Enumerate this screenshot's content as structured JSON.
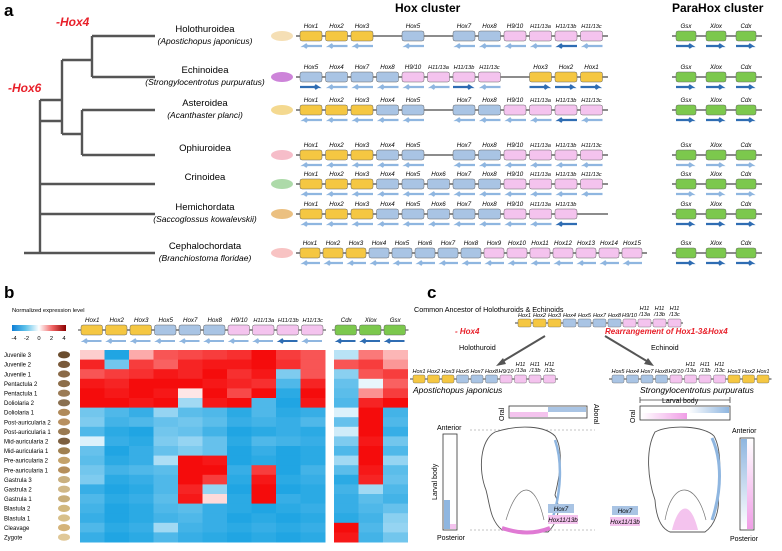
{
  "panel_a": {
    "letter": "a",
    "hox_title": "Hox cluster",
    "parahox_title": "ParaHox cluster",
    "loss_hox4": "-Hox4",
    "loss_hox6": "-Hox6",
    "taxa": [
      {
        "name": "Holothuroidea",
        "species": "(Apostichopus japonicus)",
        "genes": [
          "Hox1",
          "Hox2",
          "Hox3",
          "",
          "Hox5",
          "",
          "Hox7",
          "Hox8",
          "H9/10",
          "H11/13a",
          "H11/13b",
          "H11/13c"
        ],
        "parahox": [
          "Gsx",
          "Xlox",
          "Cdx"
        ]
      },
      {
        "name": "Echinoidea",
        "species": "(Strongylocentrotus purpuratus)",
        "genes": [
          "Hox5",
          "Hox4",
          "Hox7",
          "Hox8",
          "H9/10",
          "H11/13a",
          "H11/13b",
          "H11/13c",
          "",
          "Hox3",
          "Hox2",
          "Hox1"
        ],
        "parahox": [
          "Gsx",
          "Xlox",
          "Cdx"
        ]
      },
      {
        "name": "Asteroidea",
        "species": "(Acanthaster planci)",
        "genes": [
          "Hox1",
          "Hox2",
          "Hox3",
          "Hox4",
          "Hox5",
          "",
          "Hox7",
          "Hox8",
          "H9/10",
          "H11/13a",
          "H11/13b",
          "H11/13c"
        ],
        "parahox": [
          "Gsx",
          "Xlox",
          "Cdx"
        ]
      },
      {
        "name": "Ophiuroidea",
        "species": "",
        "genes": [
          "Hox1",
          "Hox2",
          "Hox3",
          "Hox4",
          "Hox5",
          "",
          "Hox7",
          "Hox8",
          "H9/10",
          "H11/13a",
          "H11/13b",
          "H11/13c"
        ],
        "parahox": [
          "Gsx",
          "Xlox",
          "Cdx"
        ]
      },
      {
        "name": "Crinoidea",
        "species": "",
        "genes": [
          "Hox1",
          "Hox2",
          "Hox3",
          "Hox4",
          "Hox5",
          "Hox6",
          "Hox7",
          "Hox8",
          "H9/10",
          "H11/13a",
          "H11/13b",
          "H11/13c"
        ],
        "parahox": [
          "Gsx",
          "Xlox",
          "Cdx"
        ]
      },
      {
        "name": "Hemichordata",
        "species": "(Saccoglossus kowalevskii)",
        "genes": [
          "Hox1",
          "Hox2",
          "Hox3",
          "Hox4",
          "Hox5",
          "Hox6",
          "Hox7",
          "Hox8",
          "H9/10",
          "H11/13a",
          "H11/13b",
          ""
        ],
        "parahox": [
          "Gsx",
          "Xlox",
          "Cdx"
        ]
      },
      {
        "name": "Cephalochordata",
        "species": "(Branchiostoma floridae)",
        "genes": [
          "Hox1",
          "Hox2",
          "Hox3",
          "Hox4",
          "Hox5",
          "Hox6",
          "Hox7",
          "Hox8",
          "Hox9",
          "Hox10",
          "Hox11",
          "Hox12",
          "Hox13",
          "Hox14",
          "Hox15"
        ],
        "parahox": [
          "Gsx",
          "Xlox",
          "Cdx"
        ]
      }
    ]
  },
  "panel_b": {
    "letter": "b",
    "legend_title": "Normalized expression level",
    "legend_ticks": [
      "-4",
      "-2",
      "0",
      "2",
      "4"
    ],
    "columns": [
      "Hox1",
      "Hox2",
      "Hox3",
      "Hox5",
      "Hox7",
      "Hox8",
      "H9/10",
      "H11/13a",
      "H11/13b",
      "H11/13c",
      "Cdx",
      "Xlox",
      "Gsx"
    ],
    "stages": [
      "Juvenile 3",
      "Juvenile 2",
      "Juvenile 1",
      "Pentactula 2",
      "Pentactula 1",
      "Doliolaria 2",
      "Doliolaria 1",
      "Post-auricularia 2",
      "Post-auricularia 1",
      "Mid-auricularia 2",
      "Mid-auricularia 1",
      "Pre-auricularia 2",
      "Pre-auricularia 1",
      "Gastrula 3",
      "Gastrula 2",
      "Gastrula 1",
      "Blastula 2",
      "Blastula 1",
      "Cleavage",
      "Zygote"
    ],
    "matrix": [
      [
        0.6,
        -3.8,
        1.2,
        2.6,
        2.8,
        3.0,
        3.2,
        3.8,
        3.0,
        2.6,
        -1.2,
        2.0,
        1.0
      ],
      [
        3.4,
        -2.4,
        3.0,
        2.4,
        3.4,
        3.6,
        3.6,
        3.8,
        3.2,
        2.6,
        2.6,
        3.0,
        1.5
      ],
      [
        2.6,
        3.0,
        3.2,
        3.6,
        3.4,
        3.8,
        3.2,
        3.6,
        -2.2,
        2.6,
        -2.0,
        2.6,
        3.0
      ],
      [
        3.6,
        3.4,
        3.8,
        3.8,
        3.8,
        3.6,
        3.4,
        3.2,
        -3.0,
        3.4,
        -2.6,
        -0.4,
        2.4
      ],
      [
        3.8,
        3.6,
        3.8,
        3.6,
        0.2,
        3.8,
        2.8,
        3.8,
        -3.6,
        3.8,
        -2.8,
        1.6,
        3.0
      ],
      [
        3.8,
        3.8,
        3.6,
        3.8,
        -1.6,
        3.6,
        3.8,
        -3.0,
        -3.8,
        3.6,
        -3.0,
        3.4,
        3.8
      ],
      [
        -2.4,
        -3.0,
        -3.4,
        -1.8,
        -2.8,
        -3.0,
        -3.6,
        -3.0,
        -3.6,
        -3.4,
        -0.6,
        3.8,
        -3.2
      ],
      [
        -2.2,
        -3.2,
        -3.0,
        -2.6,
        -2.4,
        -2.8,
        -3.4,
        -3.2,
        -3.4,
        -3.0,
        -2.6,
        3.8,
        -3.0
      ],
      [
        -3.0,
        -3.6,
        -3.8,
        -2.4,
        -2.6,
        -3.2,
        -3.8,
        -3.6,
        -3.4,
        -3.6,
        -0.8,
        3.8,
        -3.4
      ],
      [
        -0.6,
        -3.4,
        -3.6,
        -2.2,
        -1.8,
        -2.6,
        -3.6,
        -3.0,
        -3.2,
        -3.4,
        -2.2,
        3.6,
        -2.4
      ],
      [
        -2.6,
        -3.8,
        -3.4,
        -2.6,
        -2.2,
        -2.6,
        -3.8,
        -3.4,
        -3.8,
        -3.6,
        -3.0,
        3.8,
        -3.0
      ],
      [
        -2.8,
        -3.6,
        -3.4,
        -1.4,
        3.8,
        3.6,
        -3.8,
        -3.6,
        -3.8,
        -3.6,
        -1.6,
        3.8,
        -1.8
      ],
      [
        -2.4,
        -3.2,
        -3.0,
        -2.8,
        3.8,
        3.8,
        -3.4,
        3.0,
        -3.8,
        -3.2,
        -2.8,
        3.6,
        -2.8
      ],
      [
        -2.2,
        -3.6,
        -3.4,
        -3.0,
        3.8,
        3.0,
        -3.6,
        3.6,
        -3.6,
        -3.4,
        -3.6,
        3.4,
        -2.6
      ],
      [
        -3.4,
        -3.8,
        -3.6,
        -3.0,
        3.4,
        -1.8,
        -3.8,
        3.8,
        -3.8,
        -3.6,
        -3.2,
        -1.6,
        -3.0
      ],
      [
        -3.0,
        -3.6,
        -3.4,
        -2.8,
        3.6,
        0.4,
        -3.6,
        3.8,
        -3.4,
        -3.6,
        -3.4,
        -2.8,
        -3.2
      ],
      [
        -3.2,
        -3.8,
        -3.6,
        -3.0,
        -2.8,
        -3.4,
        -3.6,
        -3.8,
        -3.6,
        -3.4,
        -3.4,
        -3.0,
        -2.6
      ],
      [
        -3.4,
        -3.8,
        -3.6,
        -3.2,
        -3.0,
        -3.4,
        -3.8,
        -3.6,
        -3.8,
        -3.6,
        -3.6,
        -3.2,
        -2.0
      ],
      [
        -3.0,
        -3.6,
        -3.4,
        -1.6,
        -3.2,
        -3.4,
        -3.6,
        -3.4,
        -3.6,
        -3.4,
        3.8,
        -3.0,
        -1.8
      ],
      [
        -3.4,
        -3.8,
        -3.6,
        -3.0,
        -3.4,
        -3.6,
        -3.8,
        -3.6,
        -3.8,
        -3.6,
        3.6,
        -3.2,
        -2.4
      ]
    ]
  },
  "panel_c": {
    "letter": "c",
    "ancestor_label": "Common Ancestor of Holothuroids & Echinoids",
    "ancestor_genes": [
      "Hox1",
      "Hox2",
      "Hox3",
      "Hox4",
      "Hox5",
      "Hox7",
      "Hox8",
      "H9/10",
      "H11/13a",
      "H11/13b",
      "H11/13c"
    ],
    "minus_hox4": "- Hox4",
    "rearrangement": "Rearrangement of Hox1-3&Hox4",
    "holothuroid": "Holothuroid",
    "echinoid": "Echinoid",
    "holo_genes": [
      "Hox1",
      "Hox2",
      "Hox3",
      "Hox5",
      "Hox7",
      "Hox8",
      "H9/10",
      "H11/13a",
      "H11/13b",
      "H11/13c"
    ],
    "echi_genes": [
      "Hox5",
      "Hox4",
      "Hox7",
      "Hox8",
      "H9/10",
      "H11/13a",
      "H11/13b",
      "H11/13c",
      "Hox3",
      "Hox2",
      "Hox1"
    ],
    "holo_species": "Apostichopus japonicus",
    "echi_species": "Strongylocentrotus purpuratus",
    "oral": "Oral",
    "aboral": "Aboral",
    "anterior": "Anterior",
    "posterior": "Posterior",
    "larval_body": "Larval body",
    "key_hox7": "Hox7",
    "key_hox1113b": "Hox11/13b"
  },
  "colors": {
    "yellow": "#f5c742",
    "blue": "#a9c4e4",
    "pink": "#f4c3ee",
    "green": "#7cc84d",
    "arrow_light": "#8fb6e0",
    "arrow_dark": "#2f6db3",
    "red_text": "#e8202a"
  }
}
